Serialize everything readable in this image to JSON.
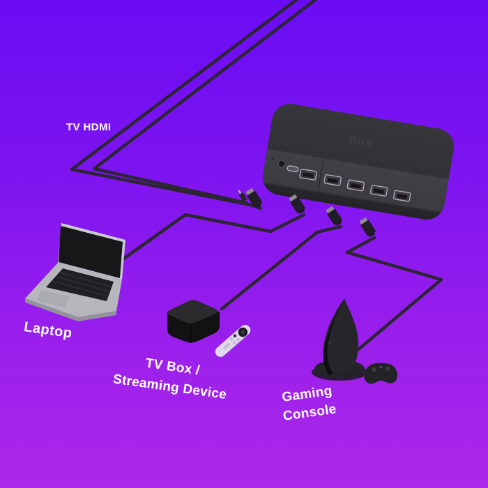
{
  "background": {
    "top_color": "#6A0CF3",
    "bottom_color": "#AC28E9"
  },
  "colors": {
    "cable": "#2B2631",
    "label_text": "#FFFFFF",
    "hub_body": "#333338",
    "port_outline": "#B6AFBA"
  },
  "hub": {
    "logo": "hue"
  },
  "labels": {
    "tv_hdmi": "TV HDMI",
    "laptop": "Laptop",
    "tv_box": {
      "line1": "TV Box /",
      "line2": "Streaming Device"
    },
    "console": {
      "line1": "Gaming",
      "line2": "Console"
    }
  },
  "icons": [
    "sync-box",
    "hdmi-plug",
    "power-plug",
    "laptop",
    "tv-box",
    "remote-control",
    "game-console",
    "gamepad"
  ]
}
